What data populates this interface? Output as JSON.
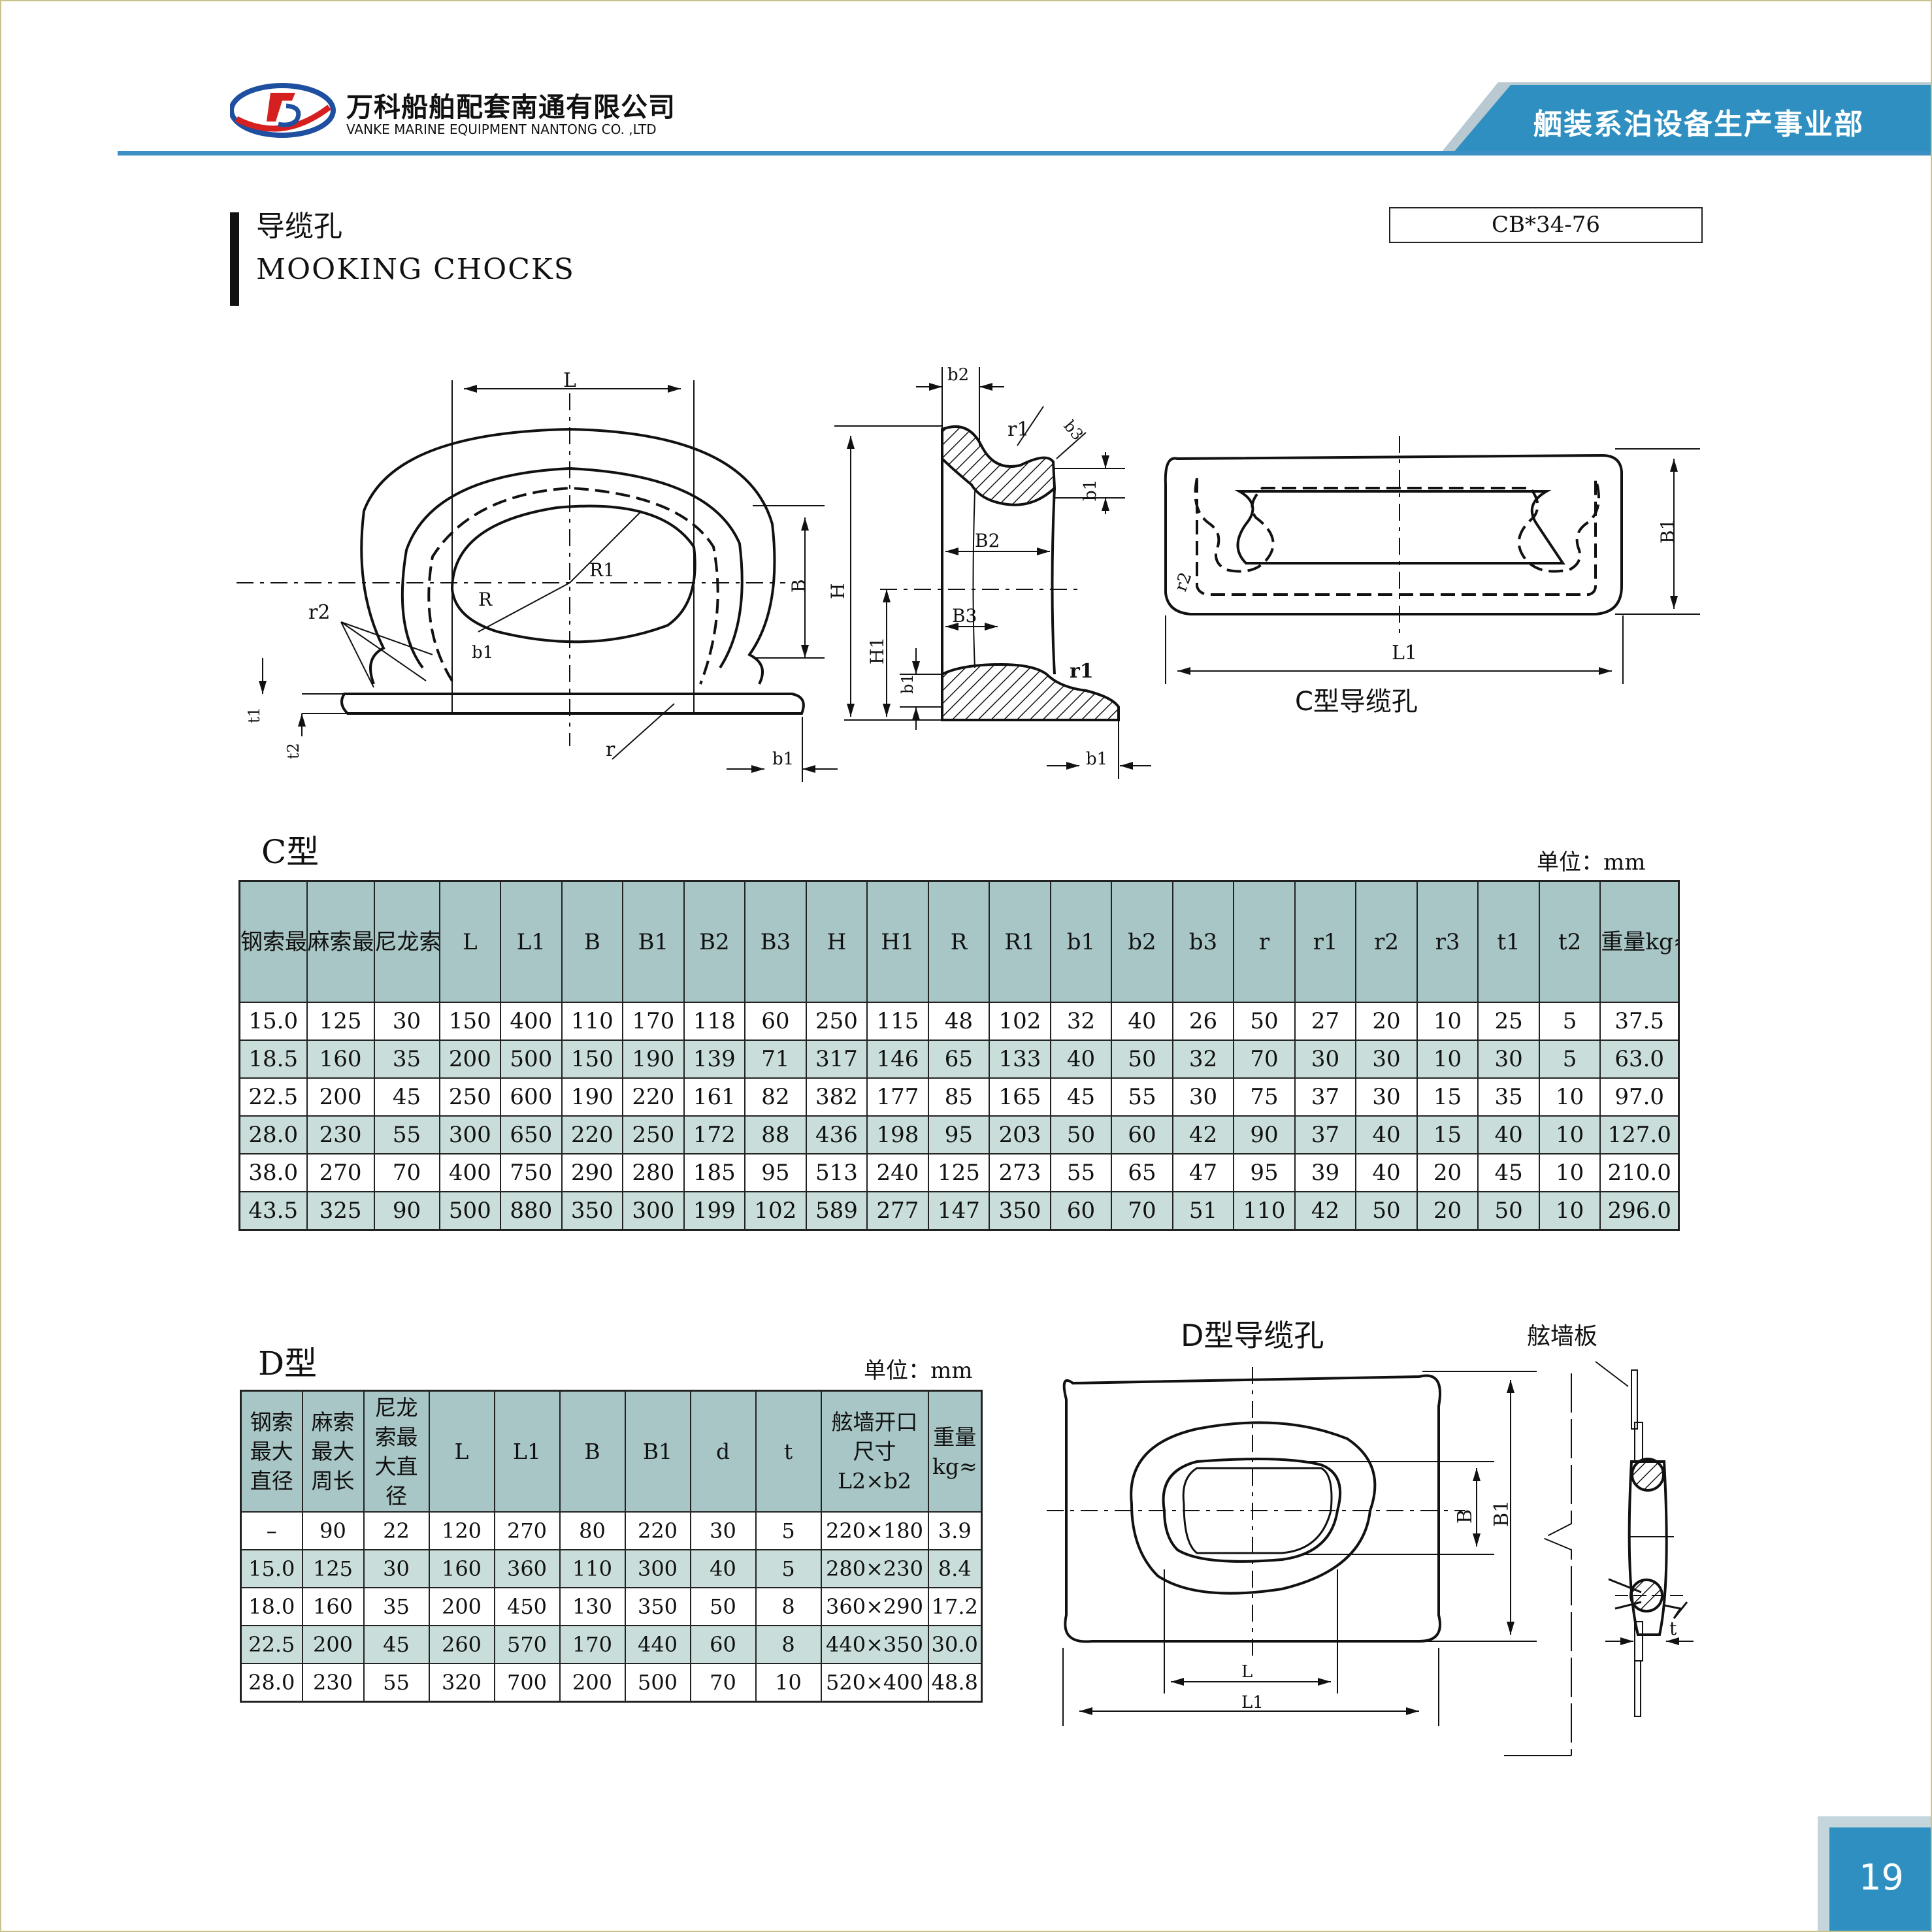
{
  "header": {
    "company_cn": "万科船舶配套南通有限公司",
    "company_en": "VANKE MARINE EQUIPMENT NANTONG CO. ,LTD",
    "department": "舾装系泊设备生产事业部"
  },
  "title": {
    "cn": "导缆孔",
    "en": "MOOKING  CHOCKS",
    "standard": "CB*34-76"
  },
  "drawing_labels": {
    "L": "L",
    "R": "R",
    "R1": "R1",
    "B": "B",
    "r2": "r2",
    "b1": "b1",
    "t1": "t1",
    "t2": "t2",
    "r": "r",
    "b2": "b2",
    "r1": "r1",
    "b3": "b3",
    "H": "H",
    "H1": "H1",
    "B2": "B2",
    "B3": "B3",
    "B1": "B1",
    "L1": "L1",
    "c_caption": "C型导缆孔",
    "d_caption": "D型导缆孔",
    "bulwark": "舷墙板",
    "t": "t"
  },
  "tableC": {
    "label": "C型",
    "unit": "单位：mm",
    "headers": [
      "钢索最大直径",
      "麻索最大周长",
      "尼龙索最 大直 径",
      "L",
      "L1",
      "B",
      "B1",
      "B2",
      "B3",
      "H",
      "H1",
      "R",
      "R1",
      "b1",
      "b2",
      "b3",
      "r",
      "r1",
      "r2",
      "r3",
      "t1",
      "t2",
      "重量kg≈"
    ],
    "rows": [
      [
        "15.0",
        "125",
        "30",
        "150",
        "400",
        "110",
        "170",
        "118",
        "60",
        "250",
        "115",
        "48",
        "102",
        "32",
        "40",
        "26",
        "50",
        "27",
        "20",
        "10",
        "25",
        "5",
        "37.5"
      ],
      [
        "18.5",
        "160",
        "35",
        "200",
        "500",
        "150",
        "190",
        "139",
        "71",
        "317",
        "146",
        "65",
        "133",
        "40",
        "50",
        "32",
        "70",
        "30",
        "30",
        "10",
        "30",
        "5",
        "63.0"
      ],
      [
        "22.5",
        "200",
        "45",
        "250",
        "600",
        "190",
        "220",
        "161",
        "82",
        "382",
        "177",
        "85",
        "165",
        "45",
        "55",
        "30",
        "75",
        "37",
        "30",
        "15",
        "35",
        "10",
        "97.0"
      ],
      [
        "28.0",
        "230",
        "55",
        "300",
        "650",
        "220",
        "250",
        "172",
        "88",
        "436",
        "198",
        "95",
        "203",
        "50",
        "60",
        "42",
        "90",
        "37",
        "40",
        "15",
        "40",
        "10",
        "127.0"
      ],
      [
        "38.0",
        "270",
        "70",
        "400",
        "750",
        "290",
        "280",
        "185",
        "95",
        "513",
        "240",
        "125",
        "273",
        "55",
        "65",
        "47",
        "95",
        "39",
        "40",
        "20",
        "45",
        "10",
        "210.0"
      ],
      [
        "43.5",
        "325",
        "90",
        "500",
        "880",
        "350",
        "300",
        "199",
        "102",
        "589",
        "277",
        "147",
        "350",
        "60",
        "70",
        "51",
        "110",
        "42",
        "50",
        "20",
        "50",
        "10",
        "296.0"
      ]
    ]
  },
  "tableD": {
    "label": "D型",
    "unit": "单位：mm",
    "headers": [
      "钢索最大直径",
      "麻索最大周长",
      "尼龙索最大直径",
      "L",
      "L1",
      "B",
      "B1",
      "d",
      "t",
      "舷墙开口尺寸L2×b2",
      "重量kg≈"
    ],
    "rows": [
      [
        "–",
        "90",
        "22",
        "120",
        "270",
        "80",
        "220",
        "30",
        "5",
        "220×180",
        "3.9"
      ],
      [
        "15.0",
        "125",
        "30",
        "160",
        "360",
        "110",
        "300",
        "40",
        "5",
        "280×230",
        "8.4"
      ],
      [
        "18.0",
        "160",
        "35",
        "200",
        "450",
        "130",
        "350",
        "50",
        "8",
        "360×290",
        "17.2"
      ],
      [
        "22.5",
        "200",
        "45",
        "260",
        "570",
        "170",
        "440",
        "60",
        "8",
        "440×350",
        "30.0"
      ],
      [
        "28.0",
        "230",
        "55",
        "320",
        "700",
        "200",
        "500",
        "70",
        "10",
        "520×400",
        "48.8"
      ]
    ]
  },
  "page_number": "19",
  "colors": {
    "accent": "#2e8fc0",
    "header_cell": "#a9c6c6",
    "stripe": "#c9dedb"
  }
}
